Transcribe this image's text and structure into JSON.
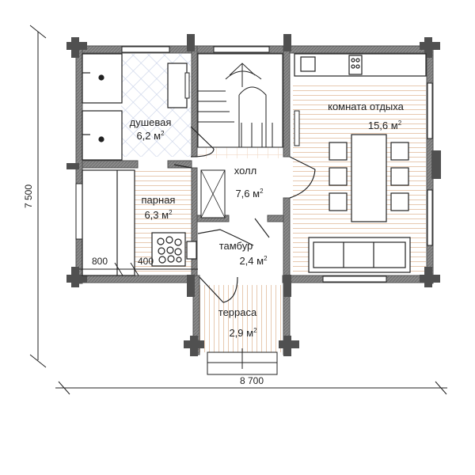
{
  "dimensions": {
    "width": "8 700",
    "height": "7 500",
    "segment_a": "800",
    "segment_b": "400"
  },
  "rooms": {
    "shower": {
      "name": "душевая",
      "area": "6,2 м",
      "unit_sup": "2"
    },
    "steam": {
      "name": "парная",
      "area": "6,3 м",
      "unit_sup": "2"
    },
    "hall": {
      "name": "холл",
      "area": "7,6 м",
      "unit_sup": "2"
    },
    "lounge": {
      "name": "комната отдыха",
      "area": "15,6 м",
      "unit_sup": "2"
    },
    "vestibule": {
      "name": "тамбур",
      "area": "2,4 м",
      "unit_sup": "2"
    },
    "terrace": {
      "name": "терраса",
      "area": "2,9 м",
      "unit_sup": "2"
    }
  },
  "colors": {
    "wall": "#8a8a8a",
    "wall_dark": "#505050",
    "shower_tile": "#c9d2e8",
    "hall_tile": "#f0d8c4",
    "wood_floor": "#e7c9b0",
    "line": "#222222"
  }
}
